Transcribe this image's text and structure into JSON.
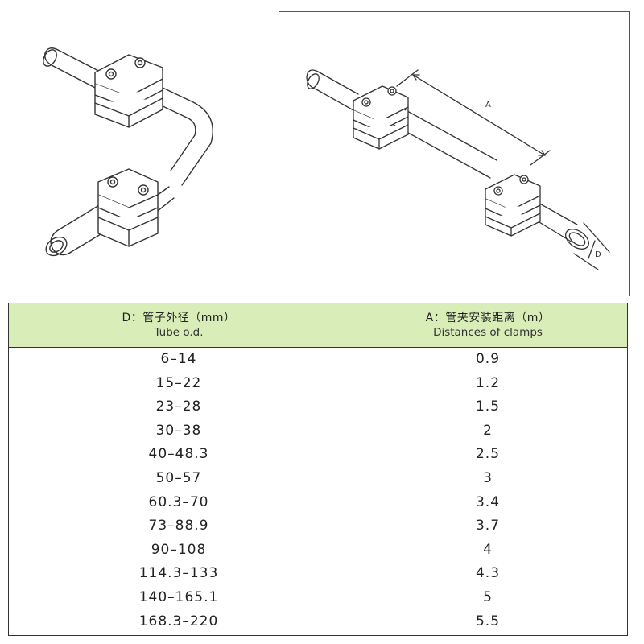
{
  "diagram": {
    "dimension_a_label": "A",
    "dimension_d_label": "D"
  },
  "table": {
    "header_d_zh": "D：管子外径（mm）",
    "header_d_en": "Tube o.d.",
    "header_a_zh": "A：管夹安装距离（m）",
    "header_a_en": "Distances of clamps",
    "rows": [
      {
        "d": "6–14",
        "a": "0.9"
      },
      {
        "d": "15–22",
        "a": "1.2"
      },
      {
        "d": "23–28",
        "a": "1.5"
      },
      {
        "d": "30–38",
        "a": "2"
      },
      {
        "d": "40–48.3",
        "a": "2.5"
      },
      {
        "d": "50–57",
        "a": "3"
      },
      {
        "d": "60.3–70",
        "a": "3.4"
      },
      {
        "d": "73–88.9",
        "a": "3.7"
      },
      {
        "d": "90–108",
        "a": "4"
      },
      {
        "d": "114.3–133",
        "a": "4.3"
      },
      {
        "d": "140–165.1",
        "a": "5"
      },
      {
        "d": "168.3–220",
        "a": "5.5"
      }
    ]
  }
}
